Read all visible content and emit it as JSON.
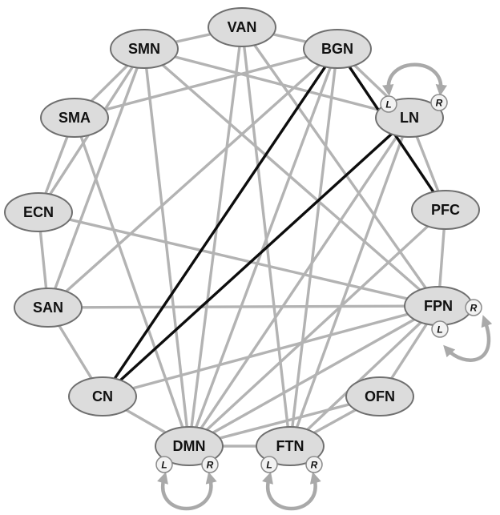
{
  "nodes": [
    {
      "id": "VAN",
      "label": "VAN"
    },
    {
      "id": "SMN",
      "label": "SMN"
    },
    {
      "id": "BGN",
      "label": "BGN"
    },
    {
      "id": "SMA",
      "label": "SMA"
    },
    {
      "id": "LN",
      "label": "LN"
    },
    {
      "id": "ECN",
      "label": "ECN"
    },
    {
      "id": "PFC",
      "label": "PFC"
    },
    {
      "id": "SAN",
      "label": "SAN"
    },
    {
      "id": "FPN",
      "label": "FPN"
    },
    {
      "id": "CN",
      "label": "CN"
    },
    {
      "id": "OFN",
      "label": "OFN"
    },
    {
      "id": "DMN",
      "label": "DMN"
    },
    {
      "id": "FTN",
      "label": "FTN"
    }
  ],
  "hemisphere_labels": {
    "left": "L",
    "right": "R"
  },
  "self_loops": [
    "LN",
    "FPN",
    "DMN",
    "FTN"
  ],
  "edges": [
    {
      "source": "SMN",
      "target": "VAN",
      "highlight": false
    },
    {
      "source": "VAN",
      "target": "BGN",
      "highlight": false
    },
    {
      "source": "SMN",
      "target": "SMA",
      "highlight": false
    },
    {
      "source": "BGN",
      "target": "LN",
      "highlight": false
    },
    {
      "source": "SMA",
      "target": "ECN",
      "highlight": false
    },
    {
      "source": "LN",
      "target": "PFC",
      "highlight": false
    },
    {
      "source": "ECN",
      "target": "SAN",
      "highlight": false
    },
    {
      "source": "PFC",
      "target": "FPN",
      "highlight": false
    },
    {
      "source": "SAN",
      "target": "CN",
      "highlight": false
    },
    {
      "source": "FPN",
      "target": "OFN",
      "highlight": false
    },
    {
      "source": "CN",
      "target": "DMN",
      "highlight": false
    },
    {
      "source": "OFN",
      "target": "FTN",
      "highlight": false
    },
    {
      "source": "DMN",
      "target": "FTN",
      "highlight": false
    },
    {
      "source": "SMN",
      "target": "LN",
      "highlight": false
    },
    {
      "source": "SMN",
      "target": "FPN",
      "highlight": false
    },
    {
      "source": "SMN",
      "target": "SAN",
      "highlight": false
    },
    {
      "source": "SMN",
      "target": "ECN",
      "highlight": false
    },
    {
      "source": "SMN",
      "target": "DMN",
      "highlight": false
    },
    {
      "source": "VAN",
      "target": "FPN",
      "highlight": false
    },
    {
      "source": "VAN",
      "target": "DMN",
      "highlight": false
    },
    {
      "source": "VAN",
      "target": "FTN",
      "highlight": false
    },
    {
      "source": "BGN",
      "target": "SMA",
      "highlight": false
    },
    {
      "source": "BGN",
      "target": "SAN",
      "highlight": false
    },
    {
      "source": "BGN",
      "target": "DMN",
      "highlight": false
    },
    {
      "source": "BGN",
      "target": "FTN",
      "highlight": false
    },
    {
      "source": "BGN",
      "target": "CN",
      "highlight": true
    },
    {
      "source": "BGN",
      "target": "PFC",
      "highlight": true
    },
    {
      "source": "LN",
      "target": "CN",
      "highlight": true
    },
    {
      "source": "LN",
      "target": "DMN",
      "highlight": false
    },
    {
      "source": "LN",
      "target": "FTN",
      "highlight": false
    },
    {
      "source": "SMA",
      "target": "DMN",
      "highlight": false
    },
    {
      "source": "ECN",
      "target": "FPN",
      "highlight": false
    },
    {
      "source": "PFC",
      "target": "DMN",
      "highlight": false
    },
    {
      "source": "SAN",
      "target": "FPN",
      "highlight": false
    },
    {
      "source": "FPN",
      "target": "DMN",
      "highlight": false
    },
    {
      "source": "FPN",
      "target": "FTN",
      "highlight": false
    },
    {
      "source": "CN",
      "target": "FPN",
      "highlight": false
    },
    {
      "source": "OFN",
      "target": "DMN",
      "highlight": false
    }
  ]
}
